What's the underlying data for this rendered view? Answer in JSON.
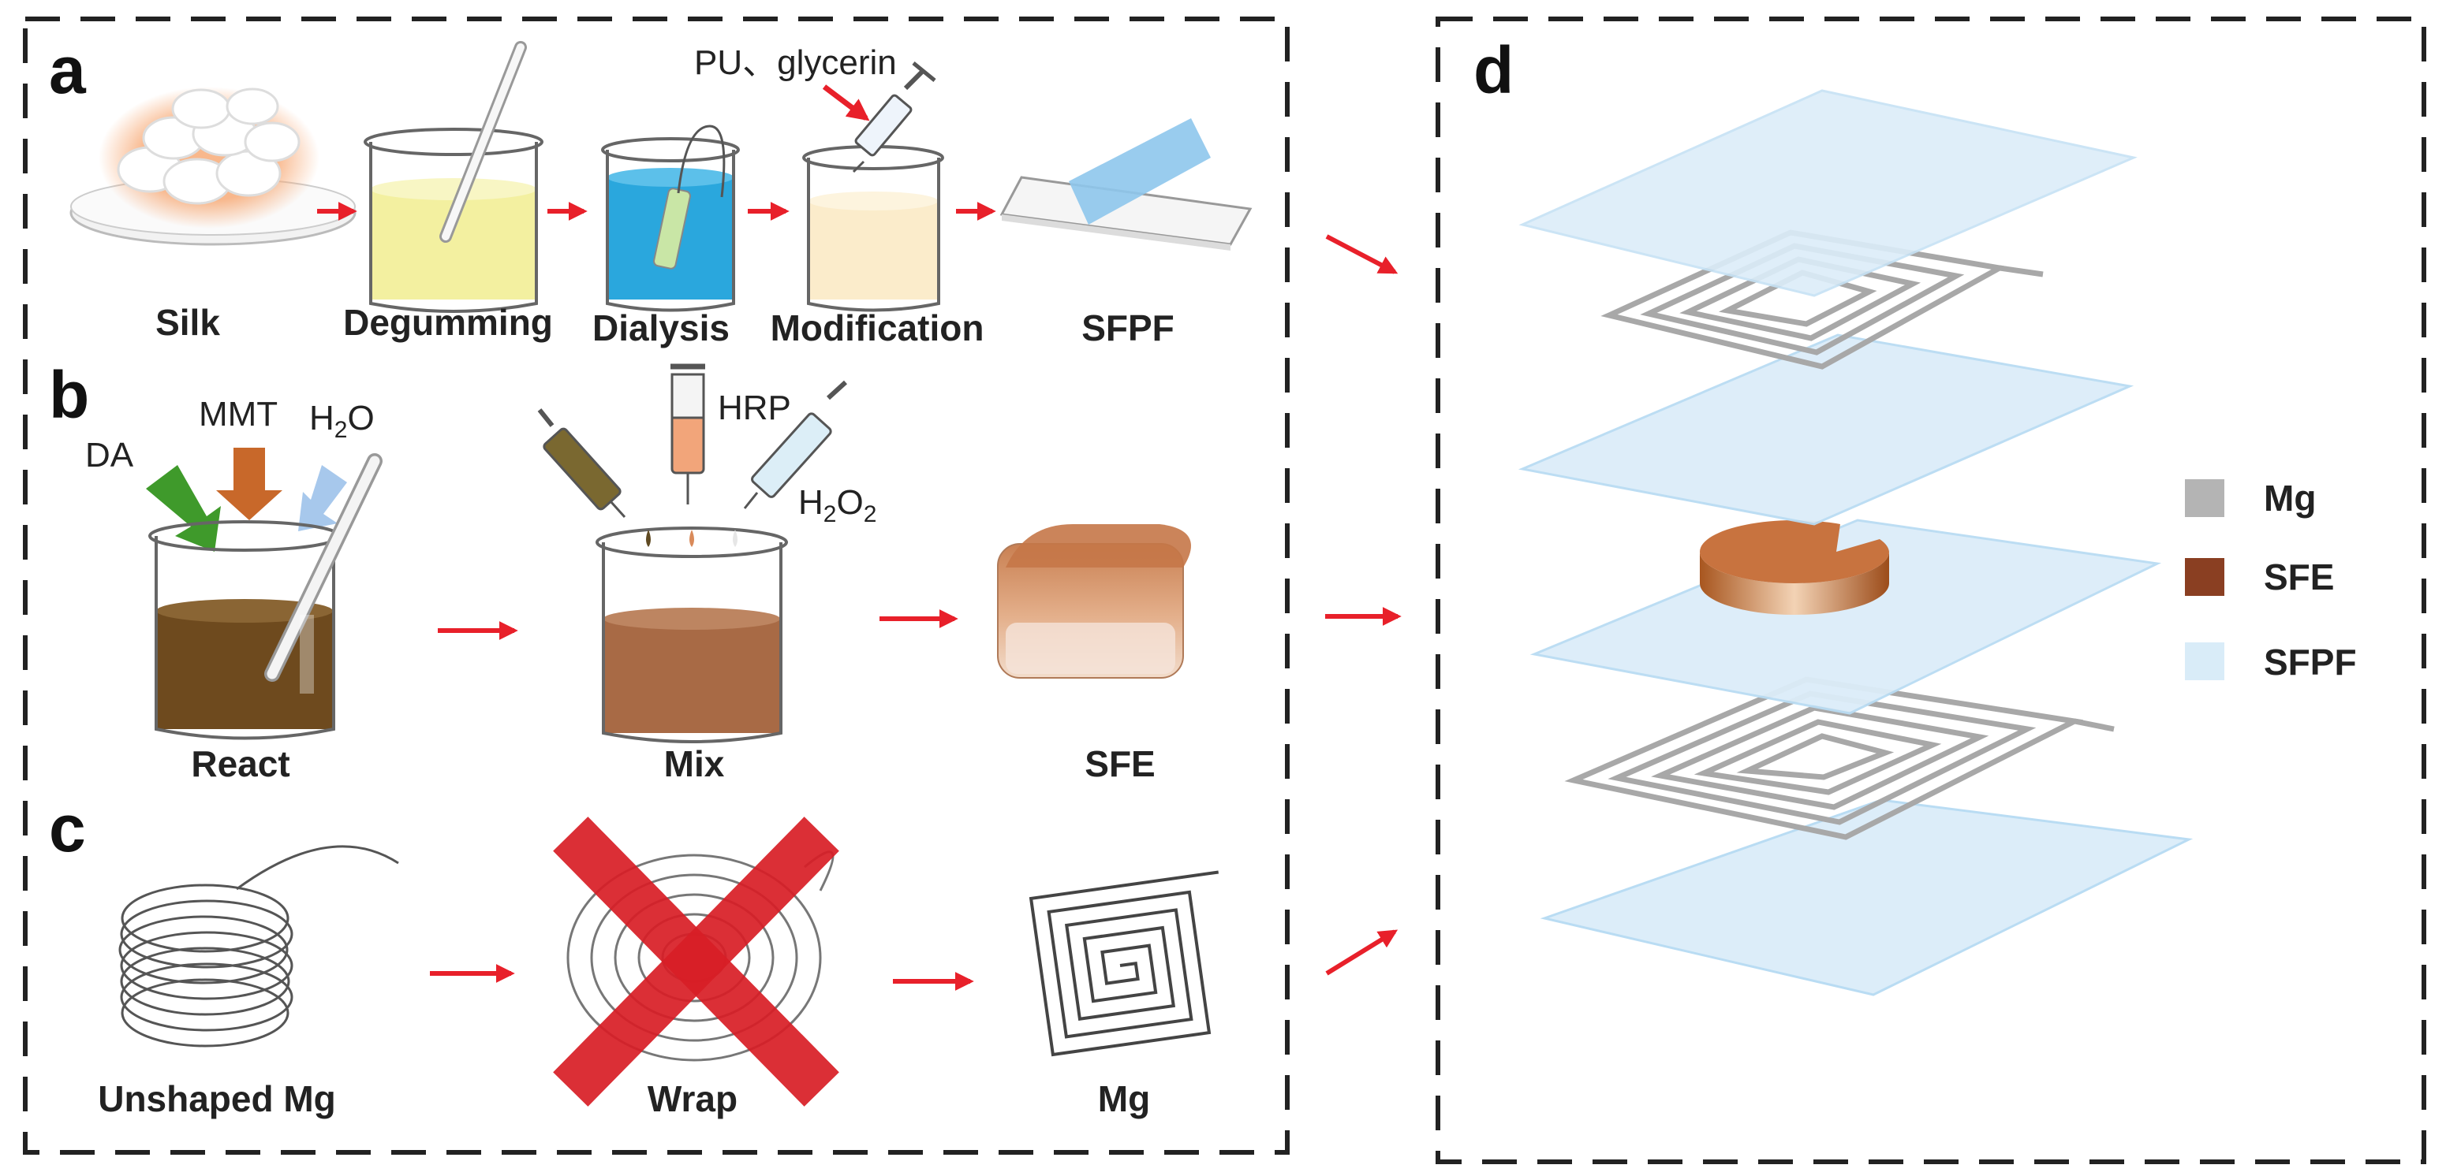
{
  "panels": {
    "a": {
      "letter": "a",
      "labels": {
        "silk": "Silk",
        "degumming": "Degumming",
        "dialysis": "Dialysis",
        "modification": "Modification",
        "sfpf": "SFPF"
      },
      "additive_note": "PU、glycerin"
    },
    "b": {
      "letter": "b",
      "reagents": {
        "da": "DA",
        "mmt": "MMT",
        "h2o": "H",
        "h2o_sub": "2",
        "h2o_tail": "O"
      },
      "syringe_labels": {
        "hrp": "HRP",
        "h2o2": "H",
        "h2o2_sub1": "2",
        "h2o2_mid": "O",
        "h2o2_sub2": "2"
      },
      "labels": {
        "react": "React",
        "mix": "Mix",
        "sfe": "SFE"
      }
    },
    "c": {
      "letter": "c",
      "labels": {
        "unshaped_mg": "Unshaped Mg",
        "wrap": "Wrap",
        "mg": "Mg"
      }
    },
    "d": {
      "letter": "d",
      "legend": [
        {
          "label": "Mg",
          "color": "#b4b4b4"
        },
        {
          "label": "SFE",
          "color": "#8a3f22"
        },
        {
          "label": "SFPF",
          "color": "#d9ecf8"
        }
      ]
    }
  },
  "colors": {
    "arrow": "#e8202a",
    "degumming_liquid": "#f3f0a0",
    "dialysis_liquid": "#2aa7dd",
    "modification_liquid": "#fbeccb",
    "react_liquid": "#6e4a1e",
    "mix_liquid": "#a86a45",
    "film_blue": "#8ec6ec",
    "layer_blue": "#dcedf9",
    "mg_gray": "#a8a8a8",
    "sfe_brown": "#b56a3c",
    "dashed_border": "#222222"
  }
}
